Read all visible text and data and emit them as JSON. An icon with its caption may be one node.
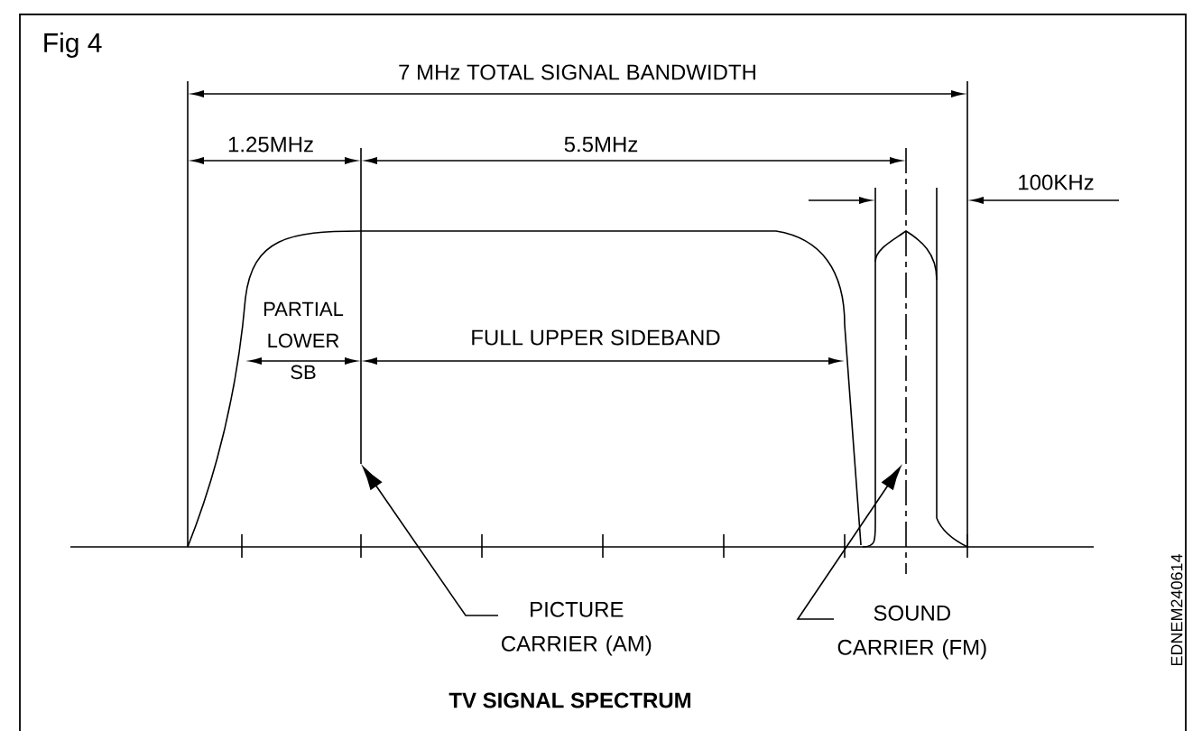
{
  "diagram": {
    "caption": "TV SIGNAL SPECTRUM",
    "nodes": [
      {
        "text": [
          "PICTURE CARRIER (AM)"
        ]
      },
      {
        "text": [
          "SOUND CARRIER (FM)"
        ]
      }
    ],
    "edges": [
      {
        "from": 0,
        "to": null,
        "arrow": "to"
      },
      {
        "from": 1,
        "to": null,
        "arrow": "to"
      }
    ],
    "labels": [
      "Fig 4",
      "7 MHz TOTAL SIGNAL BANDWIDTH",
      "1.25MHz",
      "5.5MHz",
      "100KHz",
      "PARTIAL LOWER SB",
      "FULL UPPER SIDEBAND",
      "EDNEM240614"
    ]
  }
}
